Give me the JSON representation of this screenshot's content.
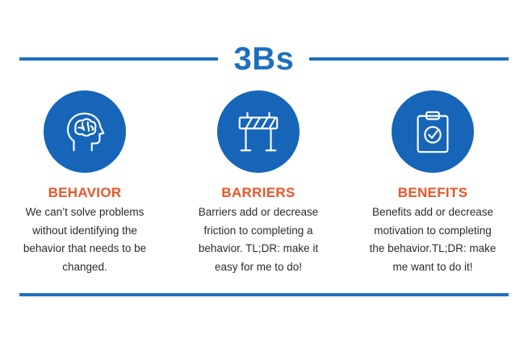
{
  "title": "3Bs",
  "colors": {
    "accent": "#1f6fc0",
    "heading": "#e8562a",
    "text": "#2b2b2b"
  },
  "items": [
    {
      "icon": "head-brain-icon",
      "heading": "BEHAVIOR",
      "lines": [
        "We can’t solve problems",
        "without identifying the",
        "behavior that needs to be",
        "changed."
      ]
    },
    {
      "icon": "barrier-icon",
      "heading": "BARRIERS",
      "lines": [
        "Barriers add or decrease",
        "friction to completing a",
        "behavior. TL;DR: make it",
        "easy for me to do!"
      ]
    },
    {
      "icon": "clipboard-check-icon",
      "heading": "BENEFITS",
      "lines": [
        "Benefits add or decrease",
        "motivation to completing",
        "the behavior.TL;DR: make",
        "me want to do it!"
      ]
    }
  ]
}
